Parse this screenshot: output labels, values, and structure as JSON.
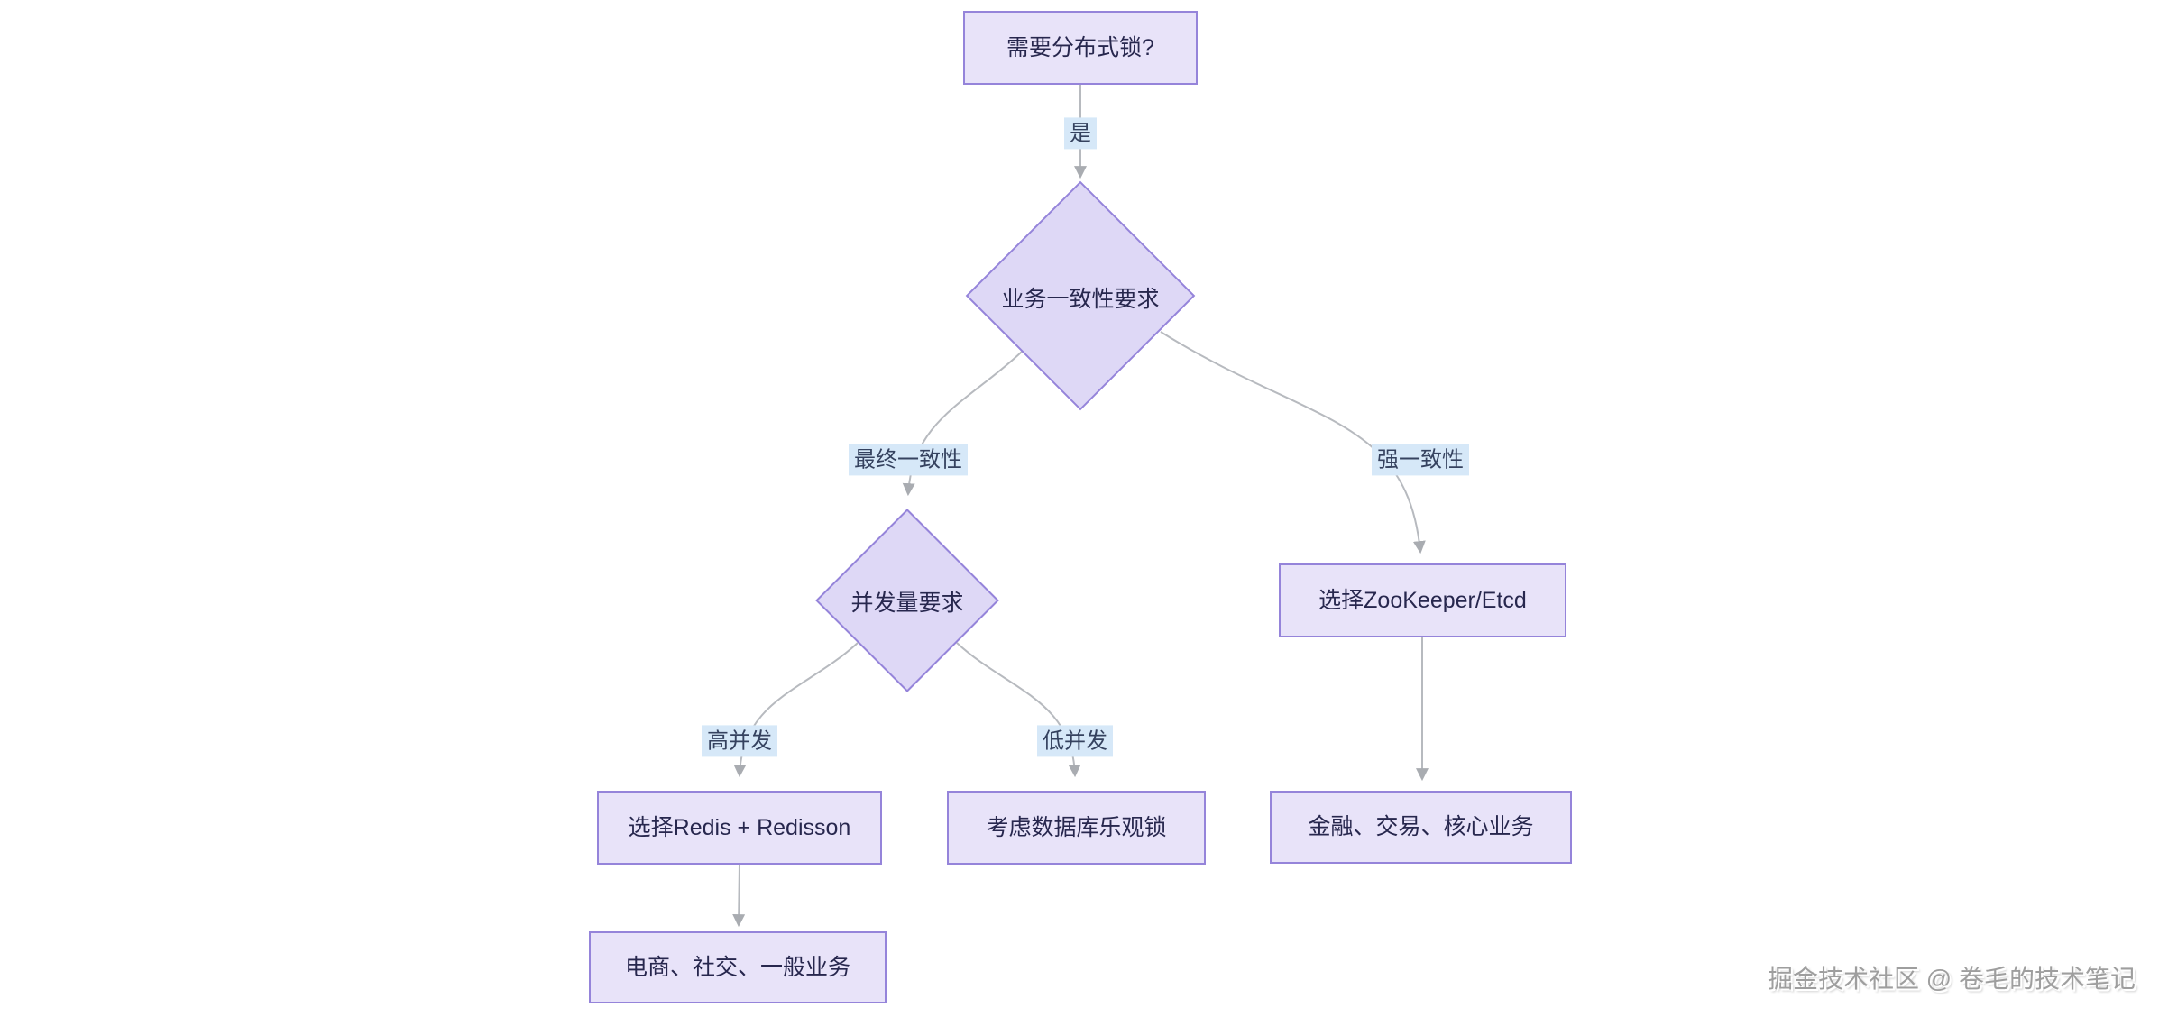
{
  "diagram": {
    "title_semantic": "distributed-lock-selection-flowchart",
    "nodes": {
      "need_lock": "需要分布式锁?",
      "consistency": "业务一致性要求",
      "concurrency": "并发量要求",
      "zookeeper": "选择ZooKeeper/Etcd",
      "redis": "选择Redis + Redisson",
      "optimistic": "考虑数据库乐观锁",
      "finance": "金融、交易、核心业务",
      "ecommerce": "电商、社交、一般业务"
    },
    "edge_labels": {
      "yes": "是",
      "eventual": "最终一致性",
      "strong": "强一致性",
      "high": "高并发",
      "low": "低并发"
    },
    "edges": [
      {
        "from": "需要分布式锁?",
        "to": "业务一致性要求",
        "label": "是"
      },
      {
        "from": "业务一致性要求",
        "to": "并发量要求",
        "label": "最终一致性"
      },
      {
        "from": "业务一致性要求",
        "to": "选择ZooKeeper/Etcd",
        "label": "强一致性"
      },
      {
        "from": "并发量要求",
        "to": "选择Redis + Redisson",
        "label": "高并发"
      },
      {
        "from": "并发量要求",
        "to": "考虑数据库乐观锁",
        "label": "低并发"
      },
      {
        "from": "选择Redis + Redisson",
        "to": "电商、社交、一般业务",
        "label": ""
      },
      {
        "from": "选择ZooKeeper/Etcd",
        "to": "金融、交易、核心业务",
        "label": ""
      }
    ],
    "colors": {
      "node_fill": "#e8e3f9",
      "diamond_fill": "#ded8f6",
      "node_border": "#9584da",
      "edge_line": "#b7babf",
      "arrowhead": "#a9acb1",
      "edge_label_bg": "#d6e8f8",
      "node_text": "#27274e",
      "edge_label_text": "#35425f",
      "background": "#ffffff",
      "watermark_text_color": "#9e9e9e"
    }
  },
  "watermark": {
    "text": "掘金技术社区 @ 卷毛的技术笔记"
  }
}
